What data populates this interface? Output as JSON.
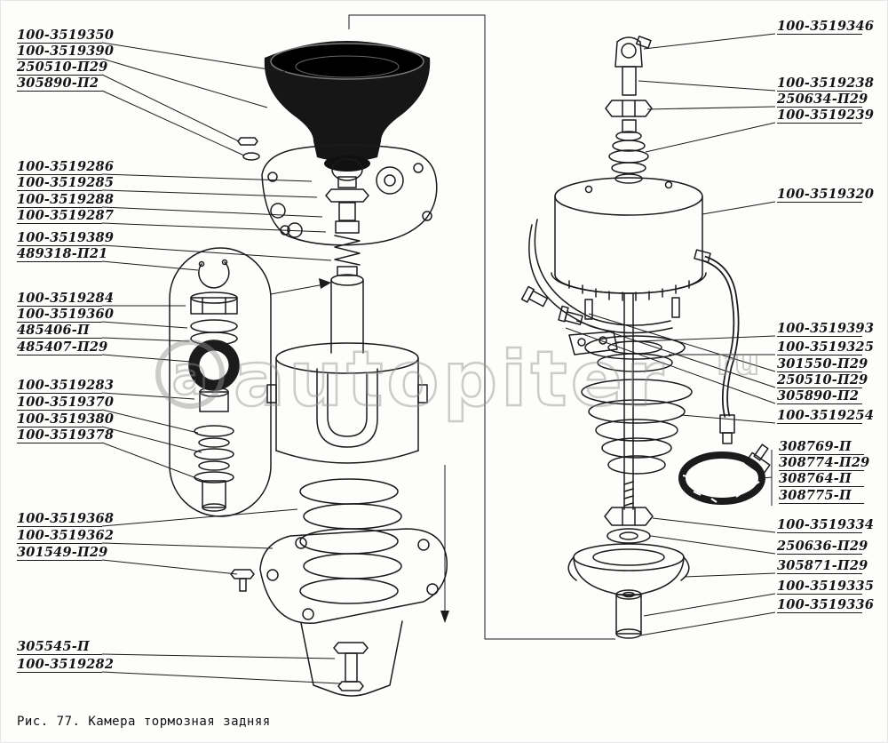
{
  "caption": "Рис. 77. Камера тормозная задняя",
  "watermark": {
    "logo_letter": "a",
    "text": "autopiter",
    "suffix": "ru"
  },
  "labels_left": [
    "100-3519350",
    "100-3519390",
    "250510-П29",
    "305890-П2",
    "100-3519286",
    "100-3519285",
    "100-3519288",
    "100-3519287",
    "100-3519389",
    "489318-П21",
    "100-3519284",
    "100-3519360",
    "485406-П",
    "485407-П29",
    "100-3519283",
    "100-3519370",
    "100-3519380",
    "100-3519378",
    "100-3519368",
    "100-3519362",
    "301549-П29",
    "305545-П",
    "100-3519282"
  ],
  "labels_right": [
    "100-3519346",
    "100-3519238",
    "250634-П29",
    "100-3519239",
    "100-3519320",
    "100-3519393",
    "100-3519325",
    "301550-П29",
    "250510-П29",
    "305890-П2",
    "100-3519254",
    "308769-П",
    "308774-П29",
    "308764-П",
    "308775-П",
    "100-3519334",
    "250636-П29",
    "305871-П29",
    "100-3519335",
    "100-3519336"
  ]
}
